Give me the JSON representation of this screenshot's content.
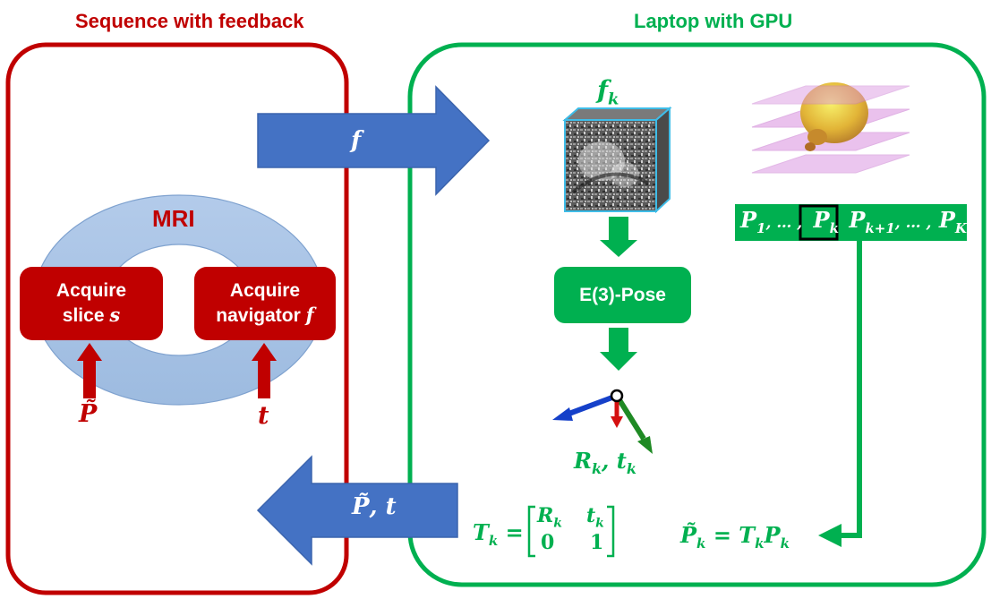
{
  "left_panel": {
    "title": "Sequence with feedback",
    "mri_label": "MRI",
    "acquire_slice": {
      "line1": "Acquire",
      "line2": "slice",
      "var": "s"
    },
    "acquire_navigator": {
      "line1": "Acquire",
      "line2": "navigator",
      "var": "f"
    },
    "input_p_tilde": "P̃",
    "input_t": "t"
  },
  "right_panel": {
    "title": "Laptop with GPU",
    "volume_label": {
      "base": "f",
      "sub": "k"
    },
    "pose_box": "E(3)-Pose",
    "pose_output": {
      "R": "R",
      "Rsub": "k",
      "sep": ",",
      "t": "t",
      "tsub": "k"
    },
    "plane_list": {
      "p1": "P",
      "p1sub": "1",
      "dots1": ", … ,",
      "pk": "P",
      "pksub": "k",
      "pk1": "P",
      "pk1sub": "k+1",
      "dots2": ", … ,",
      "pK": "P",
      "pKsub": "K"
    },
    "transform": {
      "lhs": "T",
      "lhsub": "k",
      "eq": "=",
      "m11": "R",
      "m11sub": "k",
      "m12": "t",
      "m12sub": "k",
      "m21": "0",
      "m22": "1"
    },
    "update": {
      "lhs": "P̃",
      "lhsub": "k",
      "eq": "= ",
      "T": "T",
      "Tsub": "k",
      "P": "P",
      "Psub": "k"
    }
  },
  "arrows": {
    "top_label": "f",
    "bottom_label": "P̃, t"
  },
  "colors": {
    "red": "#c00000",
    "green": "#00b050",
    "blue": "#4472c4",
    "mri_ring": "#a9c4e6"
  }
}
